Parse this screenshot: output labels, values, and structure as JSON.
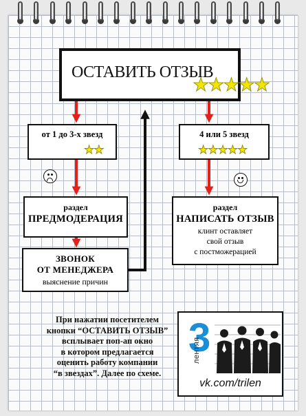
{
  "title_box": {
    "label": "ОСТАВИТЬ ОТЗЫВ",
    "stars": "★★★★★"
  },
  "low_rating": {
    "label": "от 1 до 3-х звезд",
    "stars": "★★",
    "mood_icon": "sad-smiley-icon"
  },
  "high_rating": {
    "label": "4 или 5 звезд",
    "stars": "★★★★★",
    "mood_icon": "happy-smiley-icon"
  },
  "premoderation": {
    "line1": "раздел",
    "line2": "ПРЕДМОДЕРАЦИЯ"
  },
  "write_review": {
    "line1": "раздел",
    "line2": "НАПИСАТЬ ОТЗЫВ",
    "line3": "клинт оставляет",
    "line4": "свой отзыв",
    "line5": "с постможерацией"
  },
  "manager_call": {
    "line1": "ЗВОНОК",
    "line2": "ОТ МЕНЕДЖЕРА",
    "line3": "выяснение причин"
  },
  "description": [
    "При нажатии посетителем",
    "кнопки “ОСТАВИТЬ ОТЗЫВ”",
    "всплывает поп-ап окно",
    "в котором предлагается",
    "оценить работу компании",
    "“в звездах”. Далее по схеме."
  ],
  "logo": {
    "digit": "3",
    "word": "лентяя",
    "url": "vk.com/trilen"
  },
  "colors": {
    "arrow_red": "#e3201b",
    "star_yellow": "#f2e600",
    "logo_blue": "#1a8ed6",
    "outline": "#111111"
  }
}
